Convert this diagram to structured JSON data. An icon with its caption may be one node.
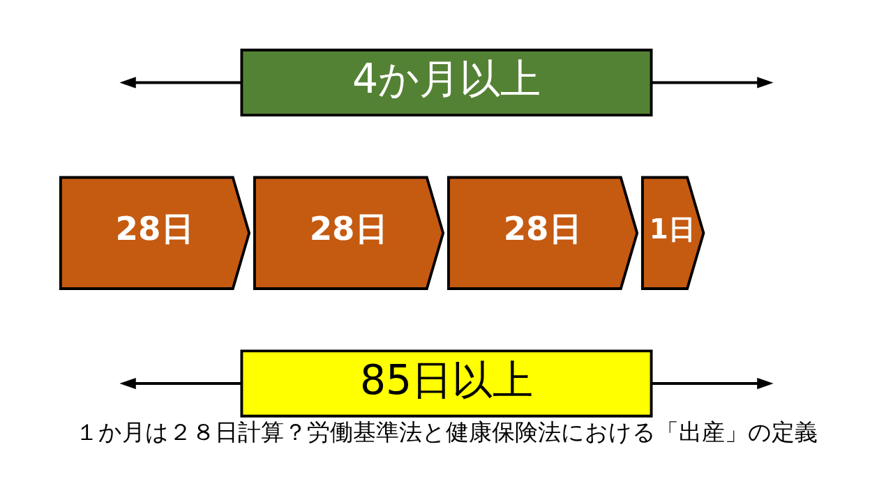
{
  "diagram": {
    "caption": "１か月は２８日計算？労働基準法と健康保険法における「出産」の定義",
    "nodes": [
      {
        "text": [
          "4か月以上"
        ]
      },
      {
        "text": [
          "28日"
        ]
      },
      {
        "text": [
          "28日"
        ]
      },
      {
        "text": [
          "28日"
        ]
      },
      {
        "text": [
          "1日"
        ]
      },
      {
        "text": [
          "85日以上"
        ]
      }
    ],
    "edges": [
      {
        "from": 0,
        "to": null,
        "arrow": "to"
      },
      {
        "from": 0,
        "to": null,
        "arrow": "to"
      },
      {
        "from": 5,
        "to": null,
        "arrow": "to"
      },
      {
        "from": 5,
        "to": null,
        "arrow": "to"
      }
    ]
  }
}
